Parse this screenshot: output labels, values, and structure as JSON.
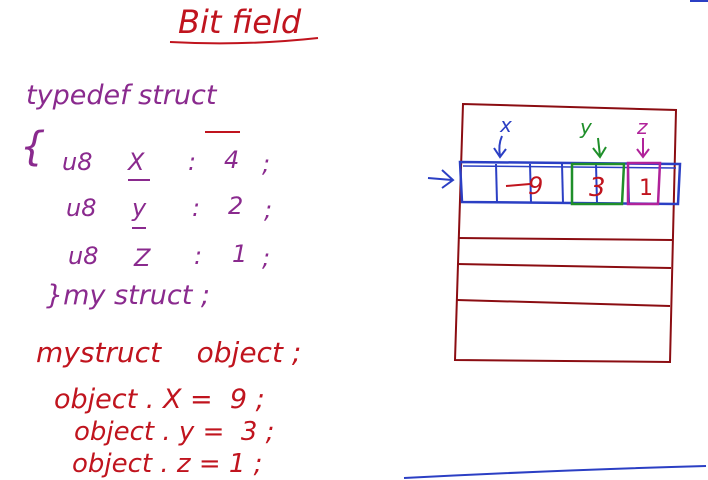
{
  "title": "Bit field",
  "colors": {
    "red": "#c0141e",
    "purple": "#8a2a8e",
    "blue": "#2b3fc4",
    "green": "#1f8f2a",
    "magenta": "#b0229a",
    "frame": "#8b0d12"
  },
  "code_typedef": {
    "line1": "typedef struct",
    "brace_open": "{",
    "fields": [
      {
        "type": "u8",
        "name": "X",
        "colon": ":",
        "bits": "4",
        "semi": ";"
      },
      {
        "type": "u8",
        "name": "y",
        "colon": ":",
        "bits": "2",
        "semi": ";"
      },
      {
        "type": "u8",
        "name": "Z",
        "colon": ":",
        "bits": "1",
        "semi": ";"
      }
    ],
    "closing": "}my struct ;"
  },
  "code_usage": {
    "decl": "mystruct    object ;",
    "assign_x": "object . X =  9 ;",
    "assign_y": "object . y =  3 ;",
    "assign_z": "object . z = 1 ;"
  },
  "memory_diagram": {
    "labels": {
      "x": "x",
      "y": "y",
      "z": "z"
    },
    "cell_values": {
      "x": "9",
      "y": "3",
      "z": "1"
    }
  }
}
